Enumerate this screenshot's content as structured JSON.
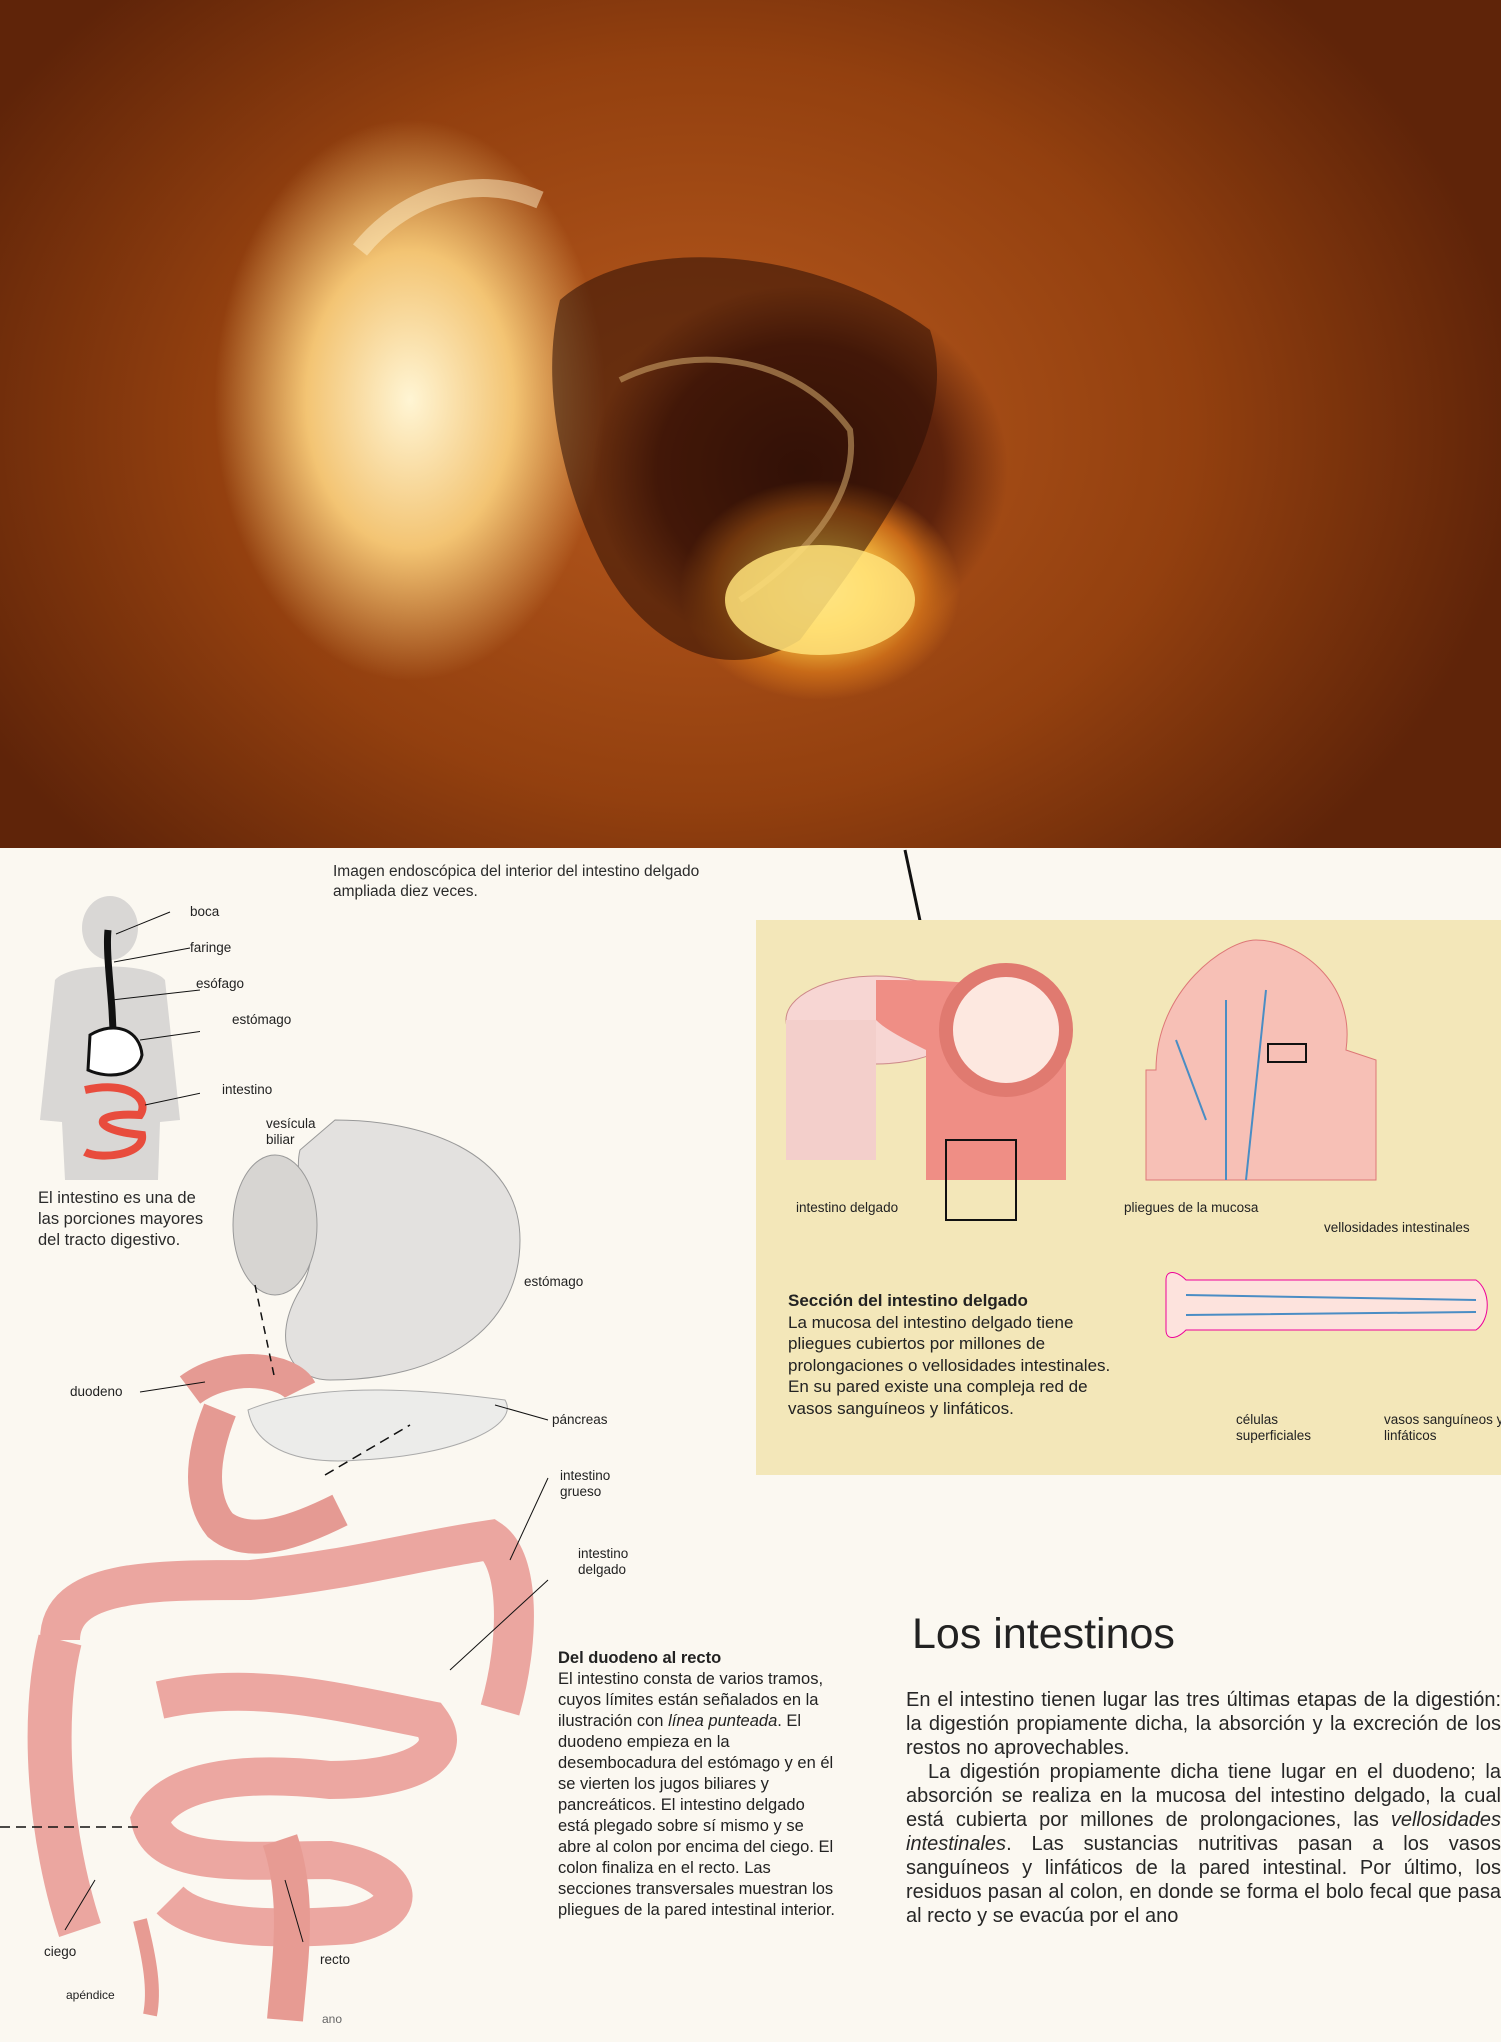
{
  "photo": {
    "alt": "endoscopic-intestine-photo"
  },
  "captions": {
    "endoscopy": "Imagen endoscópica del interior del intestino delgado ampliada diez veces.",
    "body_intro": "El intestino es una de las porciones mayores del tracto digestivo."
  },
  "body_labels": {
    "boca": "boca",
    "faringe": "faringe",
    "esofago": "esófago",
    "estomago": "estómago",
    "intestino": "intestino"
  },
  "organ_labels": {
    "vesicula": "vesícula biliar",
    "estomago": "estómago",
    "duodeno": "duodeno",
    "pancreas": "páncreas",
    "intestino_grueso": "intestino grueso",
    "intestino_delgado": "intestino delgado",
    "ciego": "ciego",
    "apendice": "apéndice",
    "recto": "recto",
    "ano": "ano"
  },
  "section_panel": {
    "label_intestino_delgado": "intestino delgado",
    "label_pliegues": "pliegues de la mucosa",
    "label_vellosidades": "vellosidades intestinales",
    "label_celulas": "células superficiales",
    "label_vasos": "vasos sanguíneos y linfáticos",
    "heading": "Sección del intestino delgado",
    "text": "La mucosa del intestino delgado tiene pliegues cubiertos por millones de prolongaciones o vellosidades intestinales. En su pared existe una compleja red de vasos sanguíneos y linfáticos."
  },
  "duodeno_box": {
    "heading": "Del duodeno al recto",
    "text_before": "El intestino consta de varios tramos, cuyos límites están señalados en la ilustración con ",
    "text_em": "línea punteada",
    "text_after": ". El duodeno empieza en la desembocadura del estómago y en él se vierten los jugos biliares y pancreáticos. El intestino delgado está plegado sobre sí mismo y se abre al colon por encima del ciego. El colon finaliza en el recto. Las secciones transversales muestran los pliegues de la pared intestinal interior."
  },
  "article": {
    "title": "Los intestinos",
    "p1": "En el intestino tienen lugar las tres últimas etapas de la digestión: la digestión propiamente dicha, la absorción y la excreción de los restos no aprovechables.",
    "p2_before": "La digestión propiamente dicha tiene lugar en el duodeno; la absorción se realiza en la mucosa del intestino delgado, la cual está cubierta por millones de prolongaciones, las ",
    "p2_em": "vellosidades intestinales",
    "p2_after": ". Las sustancias nutritivas pasan a los vasos sanguíneos y linfáticos de la pared intestinal. Por último, los residuos pasan al colon, en donde se forma el bolo fecal que pasa al recto y se evacúa por el ano"
  }
}
